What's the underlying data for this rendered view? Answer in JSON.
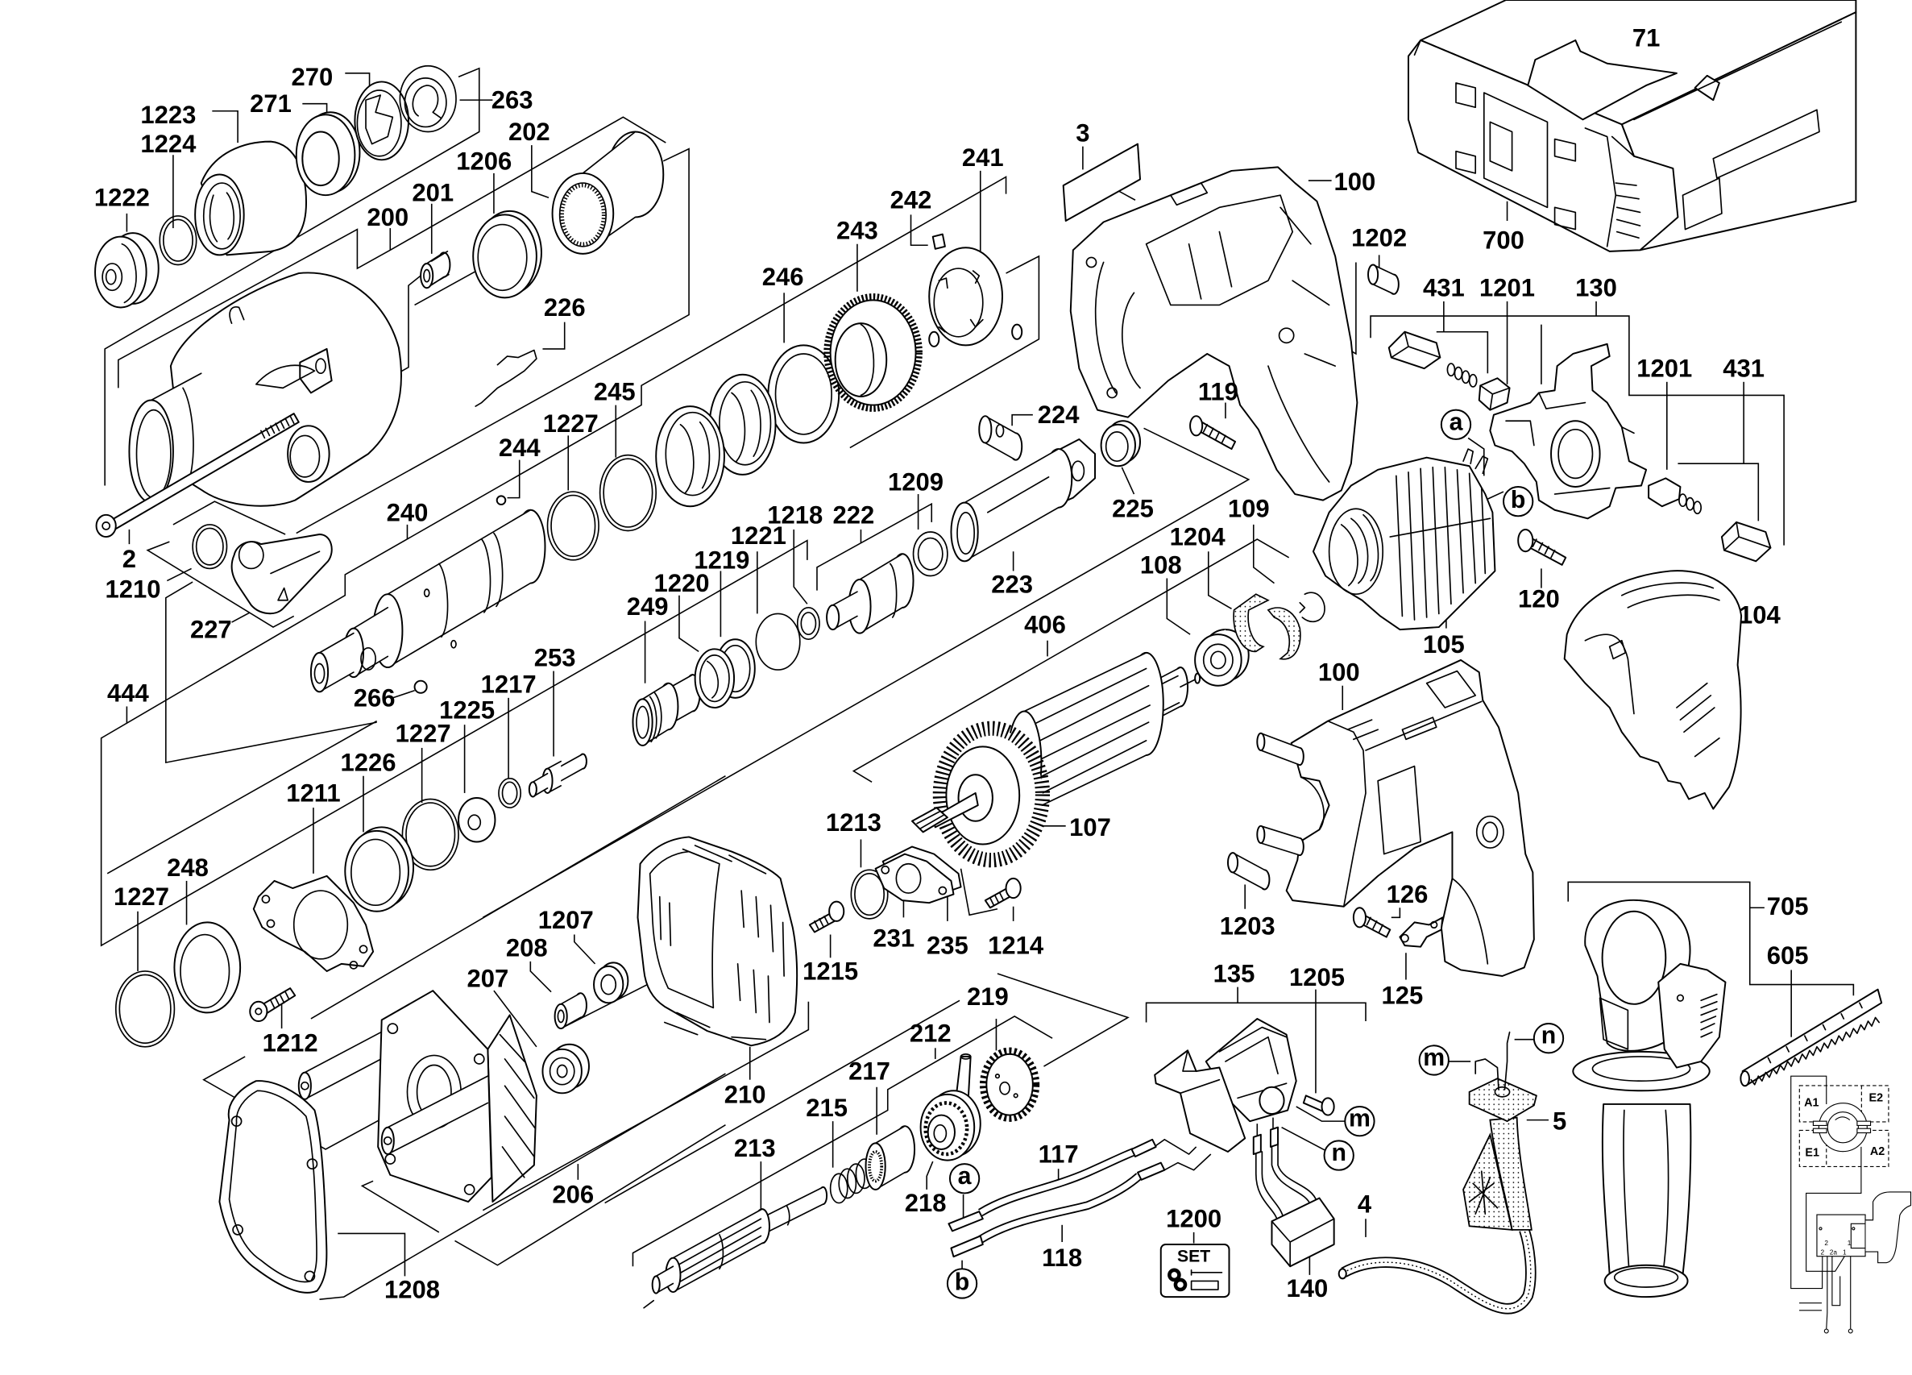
{
  "part_labels": {
    "front_chuck": [
      "1222",
      "1224",
      "1223",
      "271",
      "270",
      "263"
    ],
    "gear_housing": [
      "200",
      "201",
      "1206",
      "202",
      "226",
      "2",
      "1210",
      "227"
    ],
    "hammer_mechanism": [
      "444",
      "240",
      "266",
      "244",
      "1227",
      "245",
      "246",
      "243",
      "242",
      "241",
      "249",
      "1220",
      "1219",
      "1221",
      "1218",
      "222",
      "1209",
      "223",
      "224",
      "225",
      "253",
      "1217",
      "1225",
      "1227",
      "1226",
      "1211",
      "248",
      "1227",
      "1212"
    ],
    "gearbox": [
      "206",
      "1208",
      "207",
      "208",
      "1207",
      "210",
      "1215",
      "213",
      "215",
      "217",
      "212",
      "218",
      "219"
    ],
    "motor": [
      "406",
      "107",
      "1213",
      "231",
      "235",
      "1214",
      "108",
      "1204",
      "109",
      "105",
      "120",
      "130",
      "431",
      "1201",
      "1201",
      "431"
    ],
    "housing": [
      "100",
      "3",
      "119",
      "1202",
      "100",
      "1203",
      "126",
      "125",
      "104"
    ],
    "electrical": [
      "117",
      "118",
      "135",
      "1205",
      "140",
      "1200"
    ],
    "accessories": [
      "4",
      "5",
      "705",
      "605",
      "700",
      "71"
    ]
  },
  "connection_markers": [
    "a",
    "b",
    "a",
    "b",
    "m",
    "n",
    "m",
    "n"
  ],
  "set_badge": "SET",
  "wiring_diagram": {
    "motor_terminals": [
      "A1",
      "E2",
      "E1",
      "A2"
    ],
    "switch_terminals": [
      "2",
      "2",
      "2a",
      "1",
      "1"
    ]
  }
}
